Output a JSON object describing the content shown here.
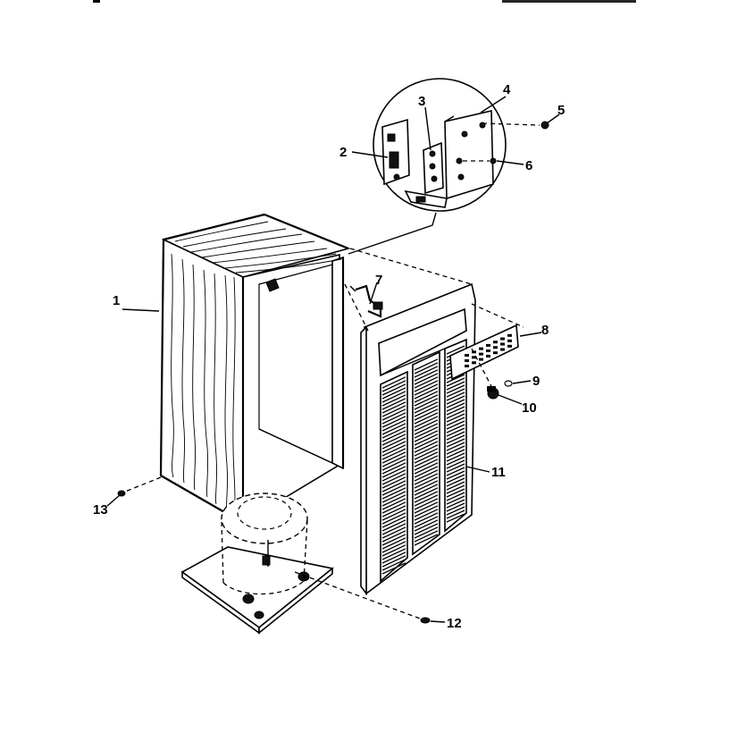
{
  "diagram": {
    "header_text_left": "",
    "header_text_right": "",
    "callouts": [
      {
        "id": "1",
        "label": "1"
      },
      {
        "id": "2",
        "label": "2"
      },
      {
        "id": "3",
        "label": "3"
      },
      {
        "id": "4",
        "label": "4"
      },
      {
        "id": "5",
        "label": "5"
      },
      {
        "id": "6",
        "label": "6"
      },
      {
        "id": "7",
        "label": "7"
      },
      {
        "id": "8",
        "label": "8"
      },
      {
        "id": "9",
        "label": "9"
      },
      {
        "id": "10",
        "label": "10"
      },
      {
        "id": "11",
        "label": "11"
      },
      {
        "id": "12",
        "label": "12"
      },
      {
        "id": "13",
        "label": "13"
      }
    ],
    "colors": {
      "ink": "#000000",
      "paper": "#ffffff"
    }
  }
}
